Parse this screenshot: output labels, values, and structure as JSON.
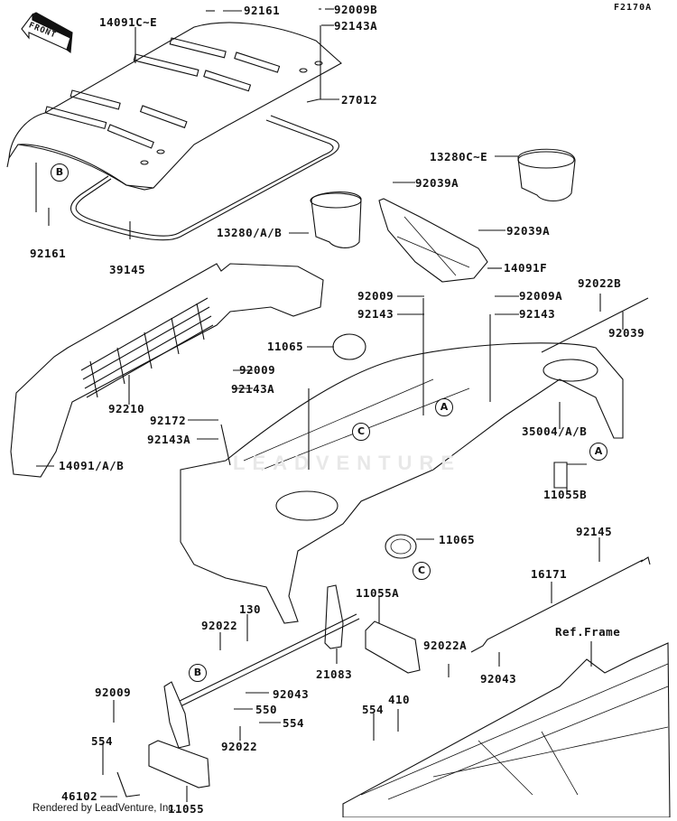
{
  "diagram": {
    "code": "F2170A",
    "front_label": "FRONT",
    "footer": "Rendered by LeadVenture, Inc.",
    "watermark": "LEADVENTURE",
    "parts": [
      {
        "id": "p1",
        "number": "92161"
      },
      {
        "id": "p2",
        "number": "92009B"
      },
      {
        "id": "p3",
        "number": "92143A"
      },
      {
        "id": "p4",
        "number": "14091C~E"
      },
      {
        "id": "p5",
        "number": "27012"
      },
      {
        "id": "p6",
        "number": "13280C~E"
      },
      {
        "id": "p7",
        "number": "92039A"
      },
      {
        "id": "p8",
        "number": "92039A"
      },
      {
        "id": "p9",
        "number": "13280/A/B"
      },
      {
        "id": "p10",
        "number": "92161"
      },
      {
        "id": "p11",
        "number": "39145"
      },
      {
        "id": "p12",
        "number": "14091F"
      },
      {
        "id": "p13",
        "number": "92009"
      },
      {
        "id": "p14",
        "number": "92143"
      },
      {
        "id": "p15",
        "number": "92009A"
      },
      {
        "id": "p16",
        "number": "92143"
      },
      {
        "id": "p17",
        "number": "92022B"
      },
      {
        "id": "p18",
        "number": "92039"
      },
      {
        "id": "p19",
        "number": "11065"
      },
      {
        "id": "p20",
        "number": "92009"
      },
      {
        "id": "p21",
        "number": "92143A"
      },
      {
        "id": "p22",
        "number": "92210"
      },
      {
        "id": "p23",
        "number": "92172"
      },
      {
        "id": "p24",
        "number": "92143A"
      },
      {
        "id": "p25",
        "number": "35004/A/B"
      },
      {
        "id": "p26",
        "number": "14091/A/B"
      },
      {
        "id": "p27",
        "number": "11055B"
      },
      {
        "id": "p28",
        "number": "11065"
      },
      {
        "id": "p29",
        "number": "92145"
      },
      {
        "id": "p30",
        "number": "16171"
      },
      {
        "id": "p31",
        "number": "11055A"
      },
      {
        "id": "p32",
        "number": "Ref.Frame"
      },
      {
        "id": "p33",
        "number": "130"
      },
      {
        "id": "p34",
        "number": "92022"
      },
      {
        "id": "p35",
        "number": "21083"
      },
      {
        "id": "p36",
        "number": "92022A"
      },
      {
        "id": "p37",
        "number": "92043"
      },
      {
        "id": "p38",
        "number": "92009"
      },
      {
        "id": "p39",
        "number": "92043"
      },
      {
        "id": "p40",
        "number": "550"
      },
      {
        "id": "p41",
        "number": "554"
      },
      {
        "id": "p42",
        "number": "554"
      },
      {
        "id": "p43",
        "number": "410"
      },
      {
        "id": "p44",
        "number": "554"
      },
      {
        "id": "p45",
        "number": "92022"
      },
      {
        "id": "p46",
        "number": "46102"
      },
      {
        "id": "p47",
        "number": "11055"
      }
    ],
    "callouts": [
      {
        "id": "c1",
        "letter": "B"
      },
      {
        "id": "c2",
        "letter": "A"
      },
      {
        "id": "c3",
        "letter": "C"
      },
      {
        "id": "c4",
        "letter": "A"
      },
      {
        "id": "c5",
        "letter": "C"
      },
      {
        "id": "c6",
        "letter": "B"
      }
    ]
  }
}
